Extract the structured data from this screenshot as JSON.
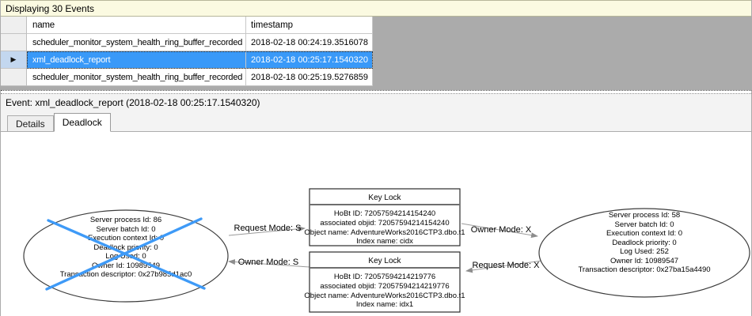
{
  "infobar": {
    "title": "Displaying 30 Events"
  },
  "table": {
    "columns": [
      "name",
      "timestamp"
    ],
    "rows": [
      {
        "name": "scheduler_monitor_system_health_ring_buffer_recorded",
        "timestamp": "2018-02-18 00:24:19.3516078",
        "selected": false
      },
      {
        "name": "xml_deadlock_report",
        "timestamp": "2018-02-18 00:25:17.1540320",
        "selected": true
      },
      {
        "name": "scheduler_monitor_system_health_ring_buffer_recorded",
        "timestamp": "2018-02-18 00:25:19.5276859",
        "selected": false
      }
    ]
  },
  "icons": {
    "selected_row_glyph": "▶"
  },
  "event_bar": {
    "label": "Event: xml_deadlock_report (2018-02-18 00:25:17.1540320)"
  },
  "tabs": [
    {
      "label": "Details",
      "active": false
    },
    {
      "label": "Deadlock",
      "active": true
    }
  ],
  "deadlock": {
    "process_left": {
      "victim": true,
      "lines": [
        "Server process Id: 86",
        "Server batch Id: 0",
        "Execution context Id: 0",
        "Deadlock priority: 0",
        "Log Used: 0",
        "Owner Id: 10989549",
        "Transaction descriptor: 0x27b985d1ac0"
      ]
    },
    "process_right": {
      "victim": false,
      "lines": [
        "Server process Id: 58",
        "Server batch Id: 0",
        "Execution context Id: 0",
        "Deadlock priority: 0",
        "Log Used: 252",
        "Owner Id: 10989547",
        "Transaction descriptor: 0x27ba15a4490"
      ]
    },
    "resource_top": {
      "title": "Key Lock",
      "lines": [
        "HoBt ID: 72057594214154240",
        "associated objid: 72057594214154240",
        "Object name: AdventureWorks2016CTP3.dbo.t1",
        "Index name: cidx"
      ]
    },
    "resource_bottom": {
      "title": "Key Lock",
      "lines": [
        "HoBt ID: 72057594214219776",
        "associated objid: 72057594214219776",
        "Object name: AdventureWorks2016CTP3.dbo.t1",
        "Index name: idx1"
      ]
    },
    "edges": [
      {
        "label": "Request Mode: S",
        "from": "process-left",
        "to": "resource-top"
      },
      {
        "label": "Owner Mode: S",
        "from": "resource-bottom",
        "to": "process-left"
      },
      {
        "label": "Owner Mode: X",
        "from": "resource-top",
        "to": "process-right"
      },
      {
        "label": "Request Mode: X",
        "from": "process-right",
        "to": "resource-bottom"
      }
    ]
  },
  "colors": {
    "selection_blue": "#3999F8",
    "victim_x_blue": "#3E9AF7",
    "infobar_yellow": "#FBFAE1",
    "grid_background_gray": "#ABABAB",
    "edge_gray": "#9A9A9A"
  }
}
